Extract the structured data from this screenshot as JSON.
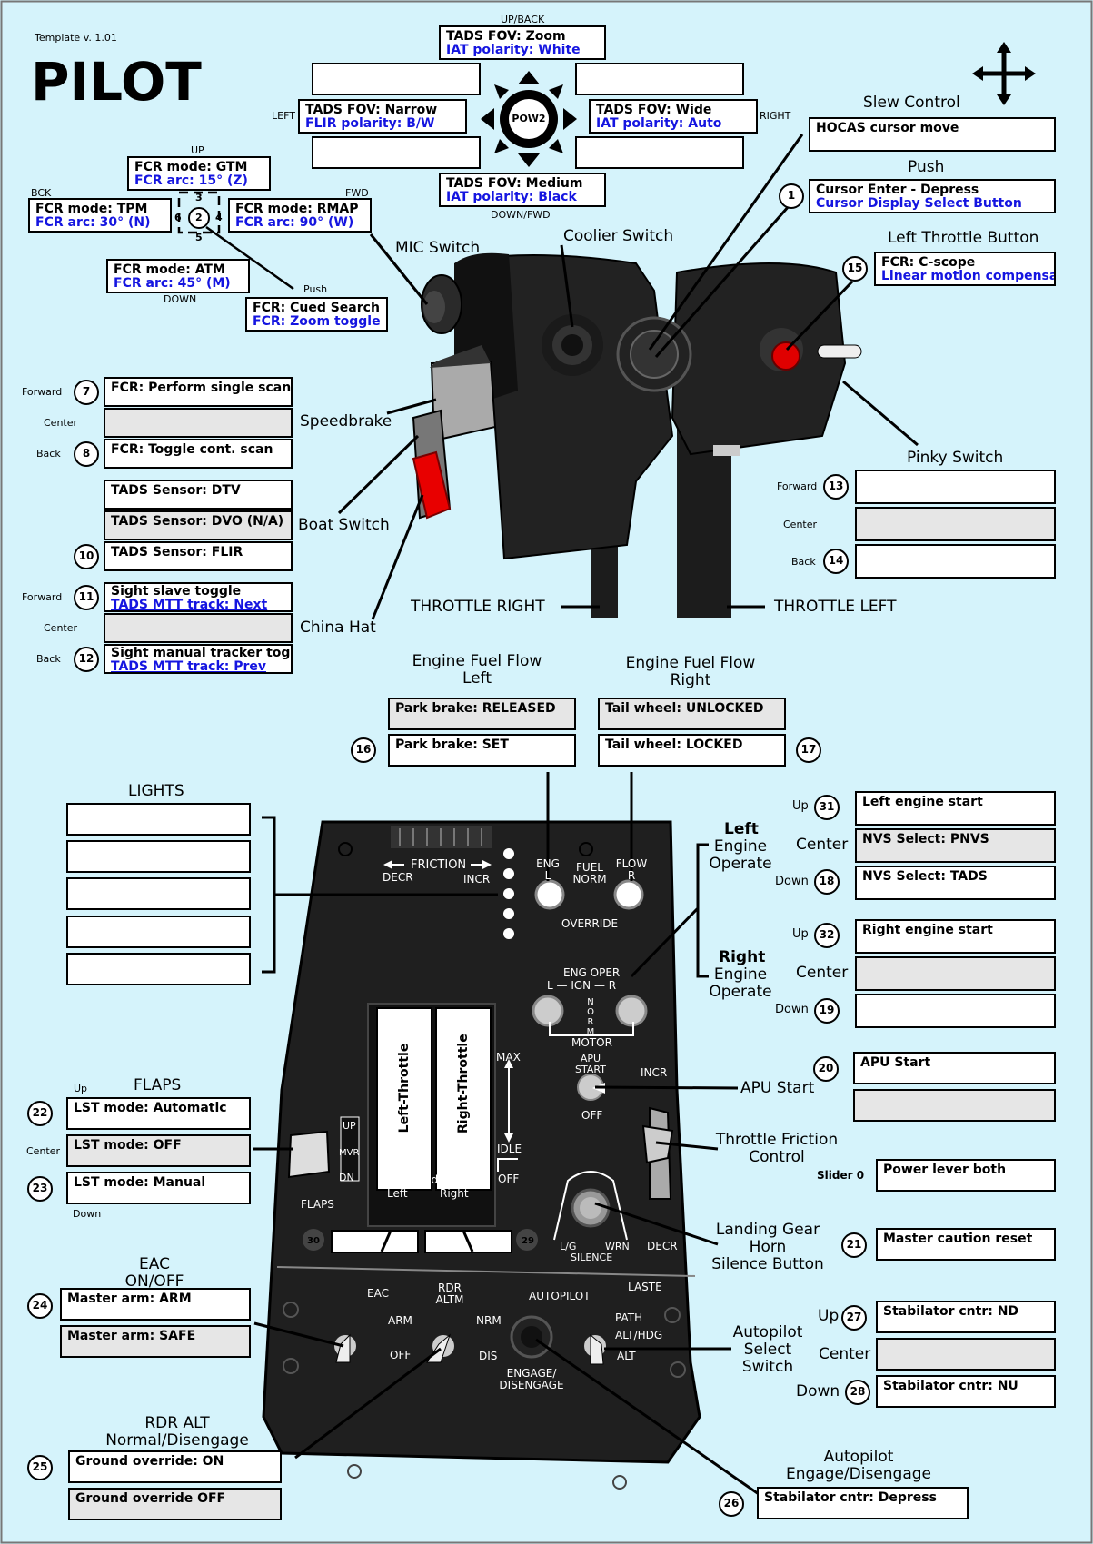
{
  "template": "Template v. 1.01",
  "title": "PILOT",
  "pov": {
    "hub": "POW2",
    "up": "UP/BACK",
    "left": "LEFT",
    "right": "RIGHT",
    "down": "DOWN/FWD",
    "zoom": {
      "main": "TADS FOV: Zoom",
      "sub": "IAT polarity: White"
    },
    "narrow": {
      "main": "TADS FOV: Narrow",
      "sub": "FLIR polarity: B/W"
    },
    "wide": {
      "main": "TADS FOV: Wide",
      "sub": "IAT polarity: Auto"
    },
    "medium": {
      "main": "TADS FOV: Medium",
      "sub": "IAT polarity: Black"
    }
  },
  "fcr": {
    "up": "UP",
    "bck": "BCK",
    "fwd": "FWD",
    "down": "DOWN",
    "push": "Push",
    "n3": "3",
    "n6": "6",
    "n4": "4",
    "n5": "5",
    "hub": "2",
    "gtm": {
      "main": "FCR mode: GTM",
      "sub": "FCR arc: 15° (Z)"
    },
    "tpm": {
      "main": "FCR mode: TPM",
      "sub": "FCR arc: 30° (N)"
    },
    "rmap": {
      "main": "FCR mode: RMAP",
      "sub": "FCR arc: 90° (W)"
    },
    "atm": {
      "main": "FCR mode: ATM",
      "sub": "FCR arc: 45° (M)"
    },
    "cued": {
      "main": "FCR: Cued Search",
      "sub": "FCR: Zoom toggle"
    }
  },
  "labels": {
    "mic": "MIC Switch",
    "coolie": "Coolier Switch",
    "slew": "Slew Control",
    "push": "Push",
    "ltb": "Left Throttle Button",
    "pinky": "Pinky Switch",
    "speedbrake": "Speedbrake",
    "boat": "Boat Switch",
    "china": "China Hat",
    "thr_right": "THROTTLE RIGHT",
    "thr_left": "THROTTLE LEFT",
    "eff_left": "Engine Fuel Flow\nLeft",
    "eff_right": "Engine Fuel Flow\nRight",
    "lights": "LIGHTS",
    "flaps": "FLAPS",
    "left_eo_b": "Left",
    "left_eo": "Engine\nOperate",
    "right_eo_b": "Right",
    "right_eo": "Engine\nOperate",
    "apu": "APU Start",
    "tfc": "Throttle Friction\nControl",
    "lghorn": "Landing Gear\nHorn\nSilence Button",
    "eac": "EAC\nON/OFF",
    "ap_sel": "Autopilot\nSelect\nSwitch",
    "rdr": "RDR ALT\nNormal/Disengage",
    "ap_eng": "Autopilot\nEngage/Disengage",
    "slider": "Slider 0"
  },
  "pos": {
    "up": "Up",
    "center": "Center",
    "down": "Down",
    "forward": "Forward",
    "back": "Back"
  },
  "slew": {
    "box": "HOCAS cursor move"
  },
  "push": {
    "num": "1",
    "main": "Cursor Enter - Depress",
    "sub": "Cursor Display Select Button"
  },
  "ltb": {
    "num": "15",
    "main": "FCR: C-scope",
    "sub": "Linear motion compensat."
  },
  "speed": {
    "n7": "7",
    "fwd": "FCR: Perform single scan",
    "center": "",
    "n8": "8",
    "back": "FCR: Toggle cont. scan"
  },
  "boat": {
    "fwd": "TADS Sensor: DTV",
    "center": "TADS Sensor: DVO (N/A)",
    "n10": "10",
    "back": "TADS Sensor: FLIR"
  },
  "china": {
    "n11": "11",
    "fwd_main": "Sight slave toggle",
    "fwd_sub": "TADS MTT track: Next",
    "center": "",
    "n12": "12",
    "back_main": "Sight manual tracker toggle",
    "back_sub": "TADS MTT track: Prev"
  },
  "pinky": {
    "n13": "13",
    "fwd": "",
    "center": "",
    "n14": "14",
    "back": ""
  },
  "eff": {
    "l_top": "Park brake: RELEASED",
    "l_bot": "Park brake: SET",
    "n16": "16",
    "r_top": "Tail wheel: UNLOCKED",
    "r_bot": "Tail wheel: LOCKED",
    "n17": "17"
  },
  "leo": {
    "n31": "31",
    "up": "Left engine start",
    "center": "NVS Select: PNVS",
    "n18": "18",
    "down": "NVS Select: TADS"
  },
  "reo": {
    "n32": "32",
    "up": "Right engine start",
    "center": "",
    "n19": "19",
    "down": ""
  },
  "apu": {
    "n20": "20",
    "box": "APU Start",
    "box2": ""
  },
  "flaps": {
    "n22": "22",
    "up": "LST mode: Automatic",
    "center": "LST mode: OFF",
    "n23": "23",
    "down": "LST mode: Manual"
  },
  "tfc": {
    "box": "Power lever both"
  },
  "lg": {
    "n21": "21",
    "box": "Master caution reset"
  },
  "eac": {
    "n24": "24",
    "on": "Master arm: ARM",
    "off": "Master arm: SAFE"
  },
  "aps": {
    "n27": "27",
    "up": "Stabilator cntr: ND",
    "center": "",
    "n28": "28",
    "down": "Stabilator cntr: NU"
  },
  "rdr": {
    "n25": "25",
    "on": "Ground override: ON",
    "off": "Ground override OFF"
  },
  "ape": {
    "n26": "26",
    "box": "Stabilator cntr: Depress"
  },
  "panel": {
    "friction": "FRICTION",
    "decr": "DECR",
    "incr": "INCR",
    "eng_l": "ENG\nL",
    "fuel_norm": "FUEL\nNORM",
    "flow_r": "FLOW\nR",
    "override": "OVERRIDE",
    "eng_oper": "ENG OPER",
    "ign": "L — IGN — R",
    "norm": "NORM",
    "motor": "MOTOR",
    "max": "MAX",
    "idle": "IDLE",
    "off": "OFF",
    "apu_start": "APU\nSTART",
    "apu_off": "OFF",
    "incr2": "INCR",
    "decr2": "DECR",
    "left_thr": "Left-Throttle",
    "right_thr": "Right-Throttle",
    "idle_off": "Engine Idle/Off",
    "idle_left": "Left",
    "idle_right": "Right",
    "n30": "30",
    "n29": "29",
    "up": "UP",
    "mvr": "MVR",
    "dn": "DN",
    "flaps": "FLAPS",
    "lg": "L/G",
    "wrn": "WRN",
    "silence": "SILENCE",
    "eac": "EAC",
    "arm": "ARM",
    "off2": "OFF",
    "rdr": "RDR\nALTM",
    "nrm": "NRM",
    "dis": "DIS",
    "autopilot": "AUTOPILOT",
    "laste": "LASTE",
    "path": "PATH",
    "althdg": "ALT/HDG",
    "alt": "ALT",
    "engage": "ENGAGE/\nDISENGAGE"
  }
}
